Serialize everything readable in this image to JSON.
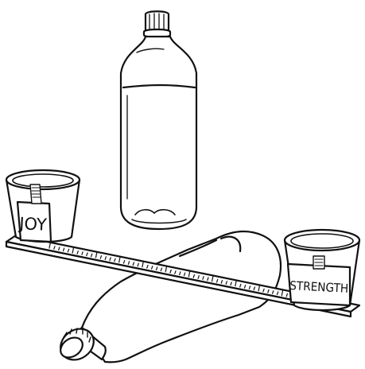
{
  "illustration": {
    "labels": {
      "left_cup": "JOY",
      "right_cup": "STRENGTH"
    },
    "colors": {
      "ink": "#111111",
      "paper": "#ffffff"
    },
    "objects": [
      "upright-bottle",
      "lying-bottle",
      "ruler",
      "left-cup",
      "right-cup"
    ]
  }
}
